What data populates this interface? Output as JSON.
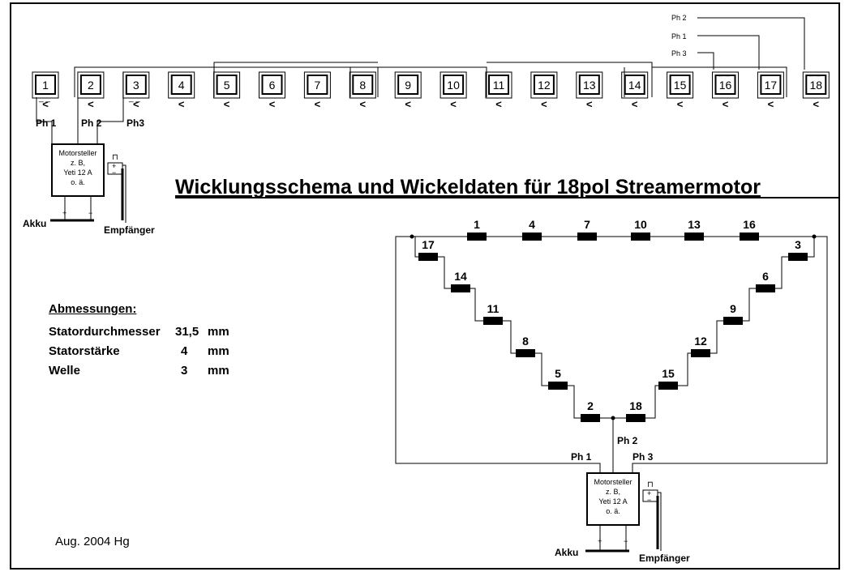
{
  "title": "Wicklungsschema  und Wickeldaten  für 18pol  Streamermotor",
  "date": "Aug. 2004  Hg",
  "dimensions": {
    "heading": "Abmessungen:",
    "rows": [
      {
        "name": "Statordurchmesser",
        "value": "31,5",
        "unit": "mm"
      },
      {
        "name": "Statorstärke",
        "value": "4",
        "unit": "mm"
      },
      {
        "name": "Welle",
        "value": "3",
        "unit": "mm"
      }
    ]
  },
  "poles": [
    "1",
    "2",
    "3",
    "4",
    "5",
    "6",
    "7",
    "8",
    "9",
    "10",
    "11",
    "12",
    "13",
    "14",
    "15",
    "16",
    "17",
    "18"
  ],
  "arrow_symbol": "<",
  "dash_mark": "_ _",
  "phases": {
    "ph1": "Ph 1",
    "ph2": "Ph 2",
    "ph3_short": "Ph3",
    "ph3": "Ph 3"
  },
  "controller": {
    "lines": [
      "Motorsteller",
      "z. B,",
      "Yeti  12 A",
      "o. ä."
    ]
  },
  "battery": {
    "label": "Akku",
    "plus": "+",
    "minus": "−"
  },
  "receiver": {
    "label": "Empfänger",
    "plus": "+",
    "minus": "−",
    "pulse": "⊓"
  },
  "triangle": {
    "top": [
      "1",
      "4",
      "7",
      "10",
      "13",
      "16"
    ],
    "left": [
      "17",
      "14",
      "11",
      "8",
      "5",
      "2"
    ],
    "right": [
      "3",
      "6",
      "9",
      "12",
      "15",
      "18"
    ]
  }
}
